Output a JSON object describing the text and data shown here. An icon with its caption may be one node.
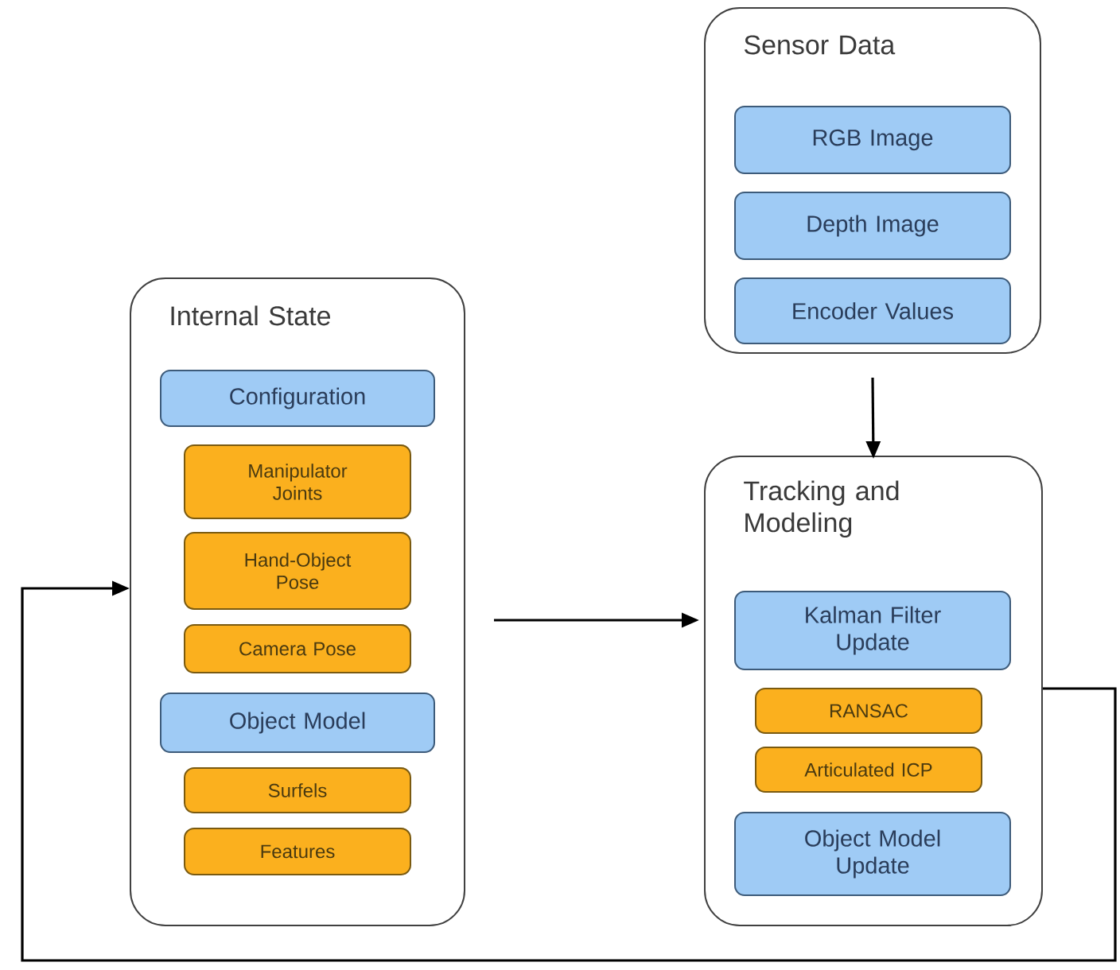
{
  "diagram": {
    "nodes": [
      {
        "text": [
          "Internal State"
        ]
      },
      {
        "text": [
          "Configuration"
        ],
        "in": 0
      },
      {
        "text": [
          "Manipulator Joints"
        ],
        "in": 0
      },
      {
        "text": [
          "Hand-Object Pose"
        ],
        "in": 0
      },
      {
        "text": [
          "Camera Pose"
        ],
        "in": 0
      },
      {
        "text": [
          "Object Model"
        ],
        "in": 0
      },
      {
        "text": [
          "Surfels"
        ],
        "in": 0
      },
      {
        "text": [
          "Features"
        ],
        "in": 0
      },
      {
        "text": [
          "Sensor Data"
        ]
      },
      {
        "text": [
          "RGB Image"
        ],
        "in": 8
      },
      {
        "text": [
          "Depth Image"
        ],
        "in": 8
      },
      {
        "text": [
          "Encoder Values"
        ],
        "in": 8
      },
      {
        "text": [
          "Tracking and Modeling"
        ]
      },
      {
        "text": [
          "Kalman Filter Update"
        ],
        "in": 12
      },
      {
        "text": [
          "RANSAC"
        ],
        "in": 12
      },
      {
        "text": [
          "Articulated ICP"
        ],
        "in": 12
      },
      {
        "text": [
          "Object Model Update"
        ],
        "in": 12
      }
    ],
    "edges": [
      {
        "from": 8,
        "to": 12,
        "arrow": "to"
      },
      {
        "from": 0,
        "to": 12,
        "arrow": "to"
      },
      {
        "from": 12,
        "to": 0,
        "arrow": "to"
      }
    ]
  }
}
